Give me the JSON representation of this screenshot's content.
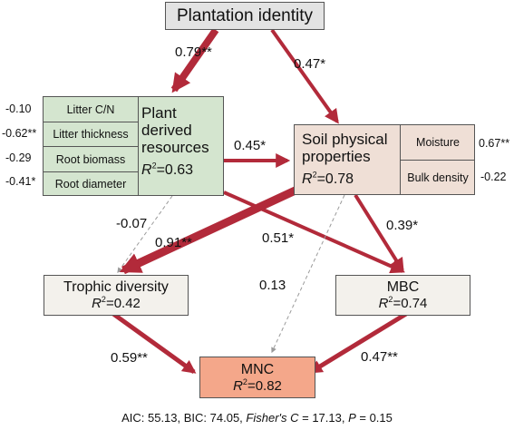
{
  "colors": {
    "arrow_red": "#b22a3a",
    "dashed_gray": "#9a9a9a",
    "plant_fill": "#d4e5cf",
    "soil_fill": "#efdfd6",
    "neutral_fill": "#f3f1ec",
    "mnc_fill": "#f4a78a",
    "top_fill": "#e3e3e3"
  },
  "nodes": {
    "plantation": {
      "label": "Plantation identity"
    },
    "plant": {
      "label_line1": "Plant",
      "label_line2": "derived",
      "label_line3": "resources",
      "r2_value": "=0.63",
      "indicators": [
        {
          "name": "Litter C/N",
          "loading": "-0.10"
        },
        {
          "name": "Litter thickness",
          "loading": "-0.62**"
        },
        {
          "name": "Root biomass",
          "loading": "-0.29"
        },
        {
          "name": "Root diameter",
          "loading": "-0.41*"
        }
      ]
    },
    "soil": {
      "label_line1": "Soil physical",
      "label_line2": "properties",
      "r2_value": "=0.78",
      "indicators": [
        {
          "name": "Moisture",
          "loading": "0.67**"
        },
        {
          "name": "Bulk density",
          "loading": "-0.22"
        }
      ]
    },
    "trophic": {
      "label": "Trophic diversity",
      "r2_value": "=0.42"
    },
    "mbc": {
      "label": "MBC",
      "r2_value": "=0.74"
    },
    "mnc": {
      "label": "MNC",
      "r2_value": "=0.82"
    }
  },
  "r2_symbol": "R",
  "r2_exp": "2",
  "paths": {
    "plantation_plant": "0.79**",
    "plantation_soil": "0.47*",
    "plant_soil": "0.45*",
    "plant_trophic": "-0.07",
    "soil_trophic": "0.91**",
    "plant_mbc": "0.51*",
    "soil_mbc": "0.39*",
    "soil_mnc": "0.13",
    "trophic_mnc": "0.59**",
    "mbc_mnc": "0.47**"
  },
  "footer": {
    "prefix": "AIC: 55.13, BIC: 74.05, ",
    "fisher": "Fisher's C",
    "middle": " = 17.13, ",
    "p": "P",
    "suffix": " = 0.15"
  }
}
